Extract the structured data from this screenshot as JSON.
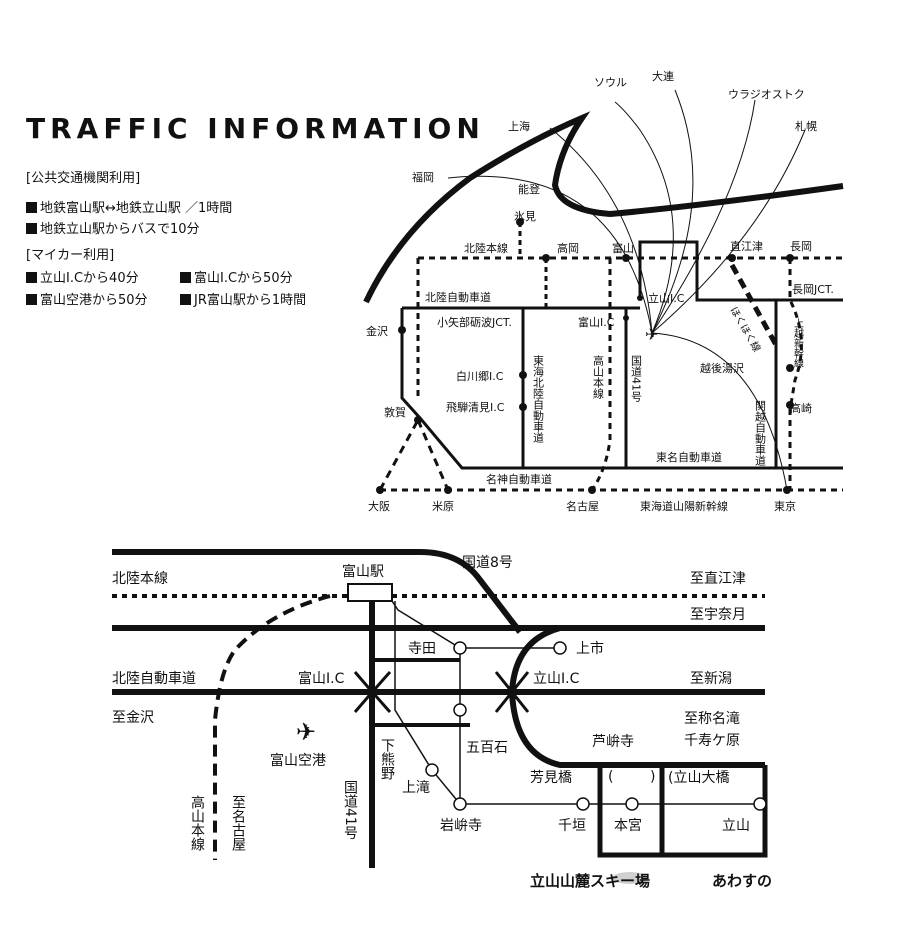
{
  "title": "TRAFFIC INFORMATION",
  "public": {
    "header": "[公共交通機関利用]",
    "line1": "地鉄富山駅↔地鉄立山駅 ／1時間",
    "line2": "地鉄立山駅からバスで10分"
  },
  "car": {
    "header": "[マイカー利用]",
    "items": [
      "立山I.Cから40分",
      "富山I.Cから50分",
      "富山空港から50分",
      "JR富山駅から1時間"
    ]
  },
  "wide_map": {
    "labels": {
      "soul": "ソウル",
      "dalian": "大連",
      "vladivostok": "ウラジオストク",
      "sapporo": "札幌",
      "shanghai": "上海",
      "fukuoka": "福岡",
      "noto": "能登",
      "himi": "氷見",
      "hokuriku_line": "北陸本線",
      "takaoka": "高岡",
      "toyama": "富山",
      "naoetsu": "直江津",
      "nagaoka": "長岡",
      "hokuriku_expwy": "北陸自動車道",
      "tateyama_ic": "立山I.C",
      "nagaoka_jct": "長岡JCT.",
      "kanazawa": "金沢",
      "oyabe_jct": "小矢部砺波JCT.",
      "toyama_ic": "富山I.C",
      "hokuhoku": "ほくほく線",
      "joetsu_shinkansen": "上越新幹線",
      "shirakawago": "白川郷I.C",
      "tokai_hokuriku": "東海北陸自動車道",
      "takayama_line": "高山本線",
      "route41": "国道41号",
      "echigo_yuzawa": "越後湯沢",
      "hida_kiyomi": "飛騨清見I.C",
      "kanetsu": "関越自動車道",
      "takasaki": "高崎",
      "tsuruga": "敦賀",
      "tomei": "東名自動車道",
      "meishin": "名神自動車道",
      "osaka": "大阪",
      "maibara": "米原",
      "nagoya": "名古屋",
      "tokaido_sanyo": "東海道山陽新幹線",
      "tokyo": "東京"
    }
  },
  "local_map": {
    "labels": {
      "route8": "国道8号",
      "toyama_station": "富山駅",
      "hokuriku_line": "北陸本線",
      "to_naoetsu": "至直江津",
      "to_unazuki": "至宇奈月",
      "terada": "寺田",
      "kamiichi": "上市",
      "hokuriku_expwy": "北陸自動車道",
      "toyama_ic": "富山I.C",
      "tateyama_ic": "立山I.C",
      "to_niigata": "至新潟",
      "to_kanazawa": "至金沢",
      "to_shomyo": "至称名滝",
      "senjugahara": "千寿ケ原",
      "toyama_airport": "富山空港",
      "shimo_kumano": "下熊野",
      "gohyakkoku": "五百石",
      "ashikuraji_top": "芦峅寺",
      "takayama_line": "高山本線",
      "to_nagoya": "至名古屋",
      "route41": "国道41号",
      "kamidaki": "上滝",
      "yoshimibashi": "芳見橋",
      "tateyama_ohashi": "(立山大橋",
      "iwakuraji": "岩峅寺",
      "chigaki": "千垣",
      "hongu": "本宮",
      "tateyama": "立山",
      "ski_area": "立山山麓スキー場",
      "awasuno": "あわすの"
    }
  }
}
